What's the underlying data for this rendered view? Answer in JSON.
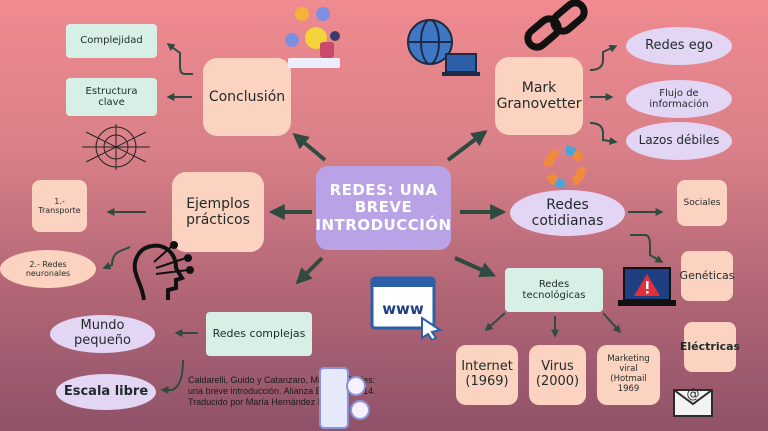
{
  "colors": {
    "arrow": "#2f4a3e",
    "mint": "#d7efe4",
    "peach": "#fcd3c0",
    "lavender": "#e3d6f5",
    "center": "#b9a2e6"
  },
  "center": {
    "lines": [
      "REDES: UNA",
      "BREVE",
      "INTRODUCCIÓN"
    ]
  },
  "conclusion": {
    "label": "Conclusión",
    "items": [
      "Complejidad",
      "Estructura clave"
    ]
  },
  "granovetter": {
    "label": "Mark Granovetter",
    "items": [
      "Redes ego",
      "Flujo de información",
      "Lazos débiles"
    ]
  },
  "cotidianas": {
    "label": "Redes cotidianas",
    "items": [
      "Sociales",
      "Genéticas",
      "Eléctricas"
    ]
  },
  "ejemplos": {
    "label": "Ejemplos prácticos",
    "items": [
      "1.- Transporte",
      "2.- Redes neuronales"
    ]
  },
  "tecnologicas": {
    "label": "Redes tecnológicas",
    "items": [
      "Internet (1969)",
      "Virus (2000)",
      "Marketing viral (Hotmail 1969"
    ]
  },
  "complejas": {
    "label": "Redes complejas",
    "items": [
      "Mundo pequeño",
      "Escala libre"
    ]
  },
  "reference": [
    "Caldarelli, Guido y Catanzaro, Michele. Redes:",
    "una breve introducción. Alianza Editorial, 2014.",
    "Traducido por María Hernández Díaz."
  ],
  "icons": [
    "lightbulb-team-icon",
    "globe-laptop-icon",
    "chain-link-icon",
    "network-graph-icon",
    "cycle-arrows-icon",
    "head-circuit-icon",
    "www-browser-icon",
    "warning-laptop-icon",
    "phone-social-icon",
    "email-icon"
  ]
}
